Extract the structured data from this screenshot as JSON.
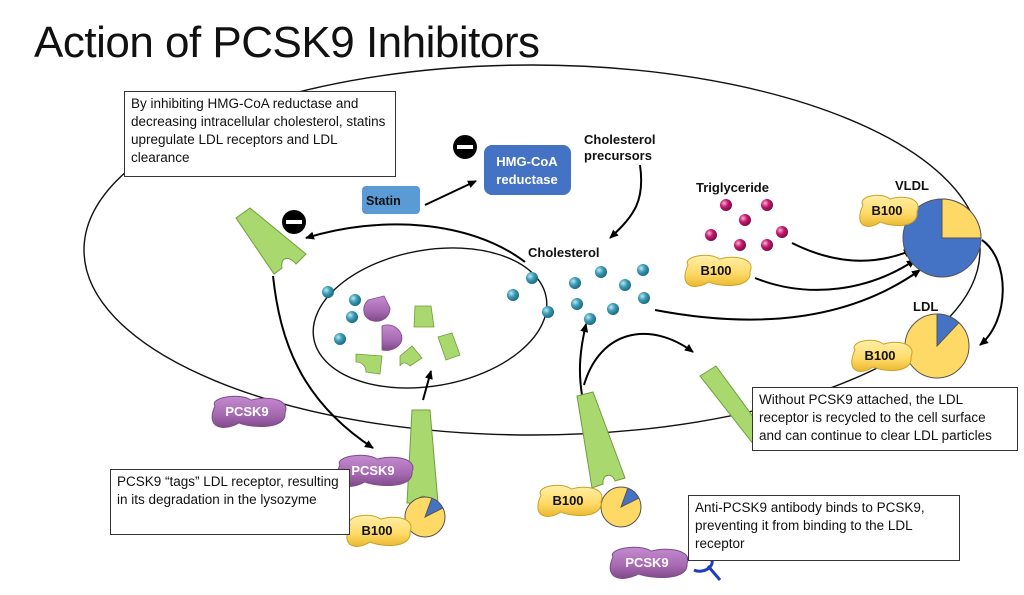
{
  "title": "Action of PCSK9 Inhibitors",
  "notes": {
    "statin_note": "By inhibiting HMG-CoA reductase and decreasing intracellular cholesterol, statins upregulate LDL receptors and LDL clearance",
    "recycle_note": "Without PCSK9 attached, the LDL receptor is recycled to the cell surface and can continue to clear LDL particles",
    "tag_note": "PCSK9 “tags” LDL receptor, resulting in its degradation in the lysozyme",
    "antibody_note": "Anti-PCSK9 antibody binds to PCSK9, preventing it from binding to the LDL receptor"
  },
  "labels": {
    "hmg_coa_line1": "HMG-CoA",
    "hmg_coa_line2": "reductase",
    "statin": "Statin",
    "precursors_line1": "Cholesterol",
    "precursors_line2": "precursors",
    "cholesterol": "Cholesterol",
    "triglyceride": "Triglyceride",
    "vldl": "VLDL",
    "ldl": "LDL",
    "b100": "B100",
    "pcsk9": "PCSK9"
  },
  "colors": {
    "hmg_coa": "#4472C4",
    "statin": "#5B9BD5",
    "receptor": "#A9D86E",
    "pcsk9": "#A569B0",
    "b100": "#FFD966",
    "cholesterol_particle": "#3A9BB5",
    "triglyceride_particle": "#C8176E",
    "vldl_core": "#4472C4"
  },
  "particle_composition": {
    "vldl_cholesterol_fraction": 0.25,
    "ldl_triglyceride_fraction": 0.12
  }
}
